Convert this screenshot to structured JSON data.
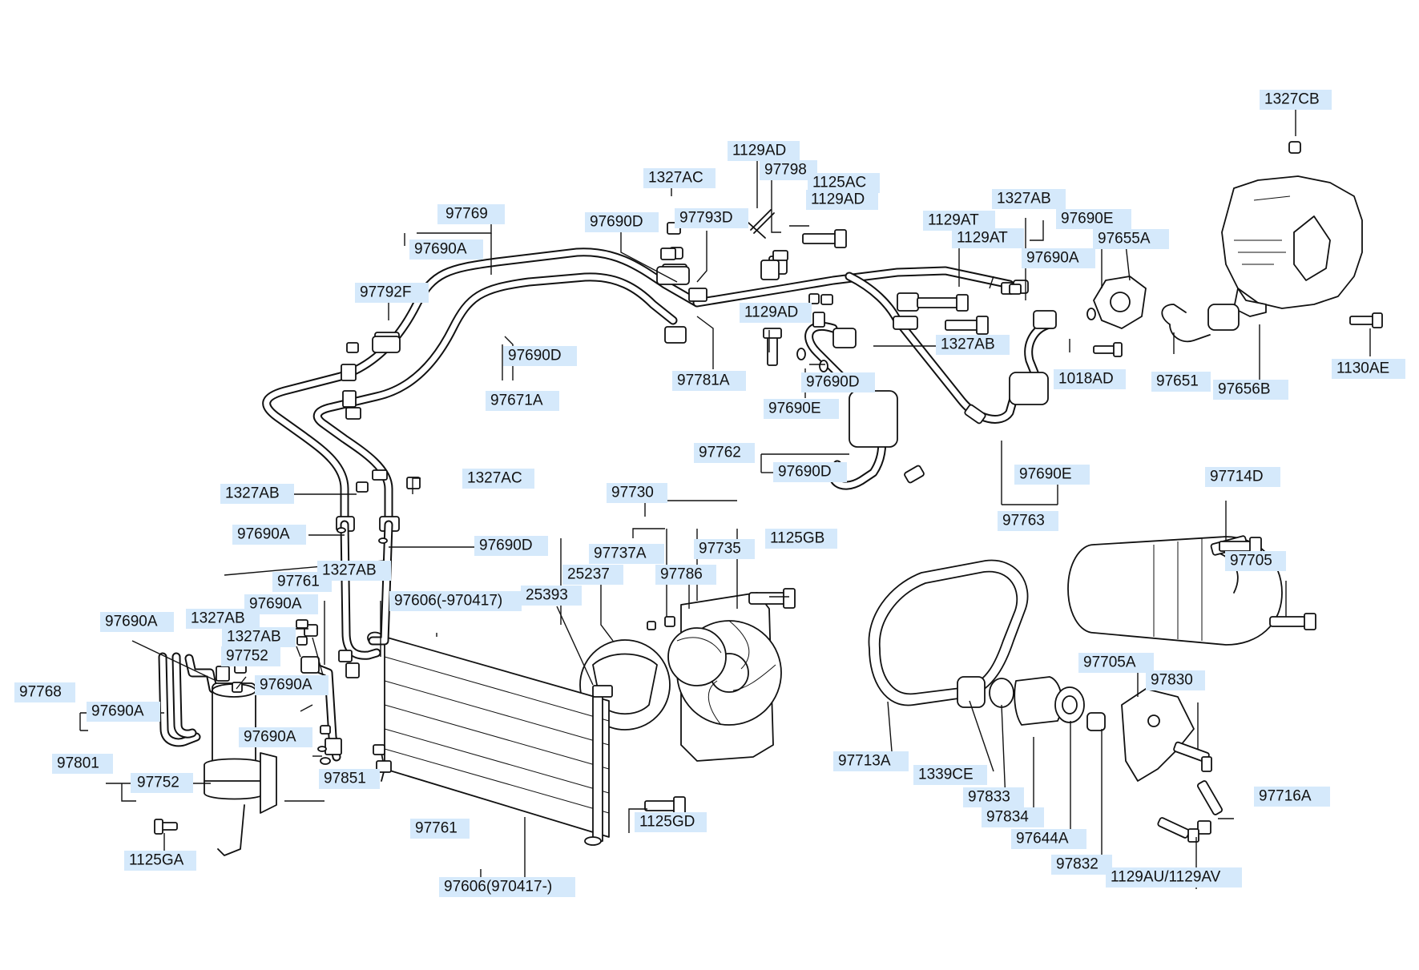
{
  "labels": [
    {
      "id": "1327cb",
      "text": "1327CB"
    },
    {
      "id": "1129ad-top",
      "text": "1129AD"
    },
    {
      "id": "97798",
      "text": "97798"
    },
    {
      "id": "1125ac",
      "text": "1125AC"
    },
    {
      "id": "1129ad-b",
      "text": "1129AD"
    },
    {
      "id": "1327ac-top",
      "text": "1327AC"
    },
    {
      "id": "97769",
      "text": "97769"
    },
    {
      "id": "97690a-top",
      "text": "97690A"
    },
    {
      "id": "97690d-top",
      "text": "97690D"
    },
    {
      "id": "97793d",
      "text": "97793D"
    },
    {
      "id": "1129at-1",
      "text": "1129AT"
    },
    {
      "id": "1327ab-top",
      "text": "1327AB"
    },
    {
      "id": "97690e-top",
      "text": "97690E"
    },
    {
      "id": "1129at-2",
      "text": "1129AT"
    },
    {
      "id": "97655a",
      "text": "97655A"
    },
    {
      "id": "97690a-r",
      "text": "97690A"
    },
    {
      "id": "97792f",
      "text": "97792F"
    },
    {
      "id": "1129ad-mid",
      "text": "1129AD"
    },
    {
      "id": "1327ab-mid",
      "text": "1327AB"
    },
    {
      "id": "97690d-mid",
      "text": "97690D"
    },
    {
      "id": "97671a",
      "text": "97671A"
    },
    {
      "id": "97781a",
      "text": "97781A"
    },
    {
      "id": "97690d-r",
      "text": "97690D"
    },
    {
      "id": "1018ad",
      "text": "1018AD"
    },
    {
      "id": "97651",
      "text": "97651"
    },
    {
      "id": "97656b",
      "text": "97656B"
    },
    {
      "id": "1130ae",
      "text": "1130AE"
    },
    {
      "id": "97690e-mid",
      "text": "97690E"
    },
    {
      "id": "97762",
      "text": "97762"
    },
    {
      "id": "97690d-b",
      "text": "97690D"
    },
    {
      "id": "97690e-b",
      "text": "97690E"
    },
    {
      "id": "97763",
      "text": "97763"
    },
    {
      "id": "1327ab-l",
      "text": "1327AB"
    },
    {
      "id": "1327ac-l",
      "text": "1327AC"
    },
    {
      "id": "97730",
      "text": "97730"
    },
    {
      "id": "97714d",
      "text": "97714D"
    },
    {
      "id": "97690a-l",
      "text": "97690A"
    },
    {
      "id": "97690d-l",
      "text": "97690D"
    },
    {
      "id": "97737a",
      "text": "97737A"
    },
    {
      "id": "97735",
      "text": "97735"
    },
    {
      "id": "1125gb",
      "text": "1125GB"
    },
    {
      "id": "25237",
      "text": "25237"
    },
    {
      "id": "97786",
      "text": "97786"
    },
    {
      "id": "97705",
      "text": "97705"
    },
    {
      "id": "97761-top",
      "text": "97761"
    },
    {
      "id": "1327ab-c",
      "text": "1327AB"
    },
    {
      "id": "25393",
      "text": "25393"
    },
    {
      "id": "97690a-c1",
      "text": "97690A"
    },
    {
      "id": "97606-1",
      "text": "97606(-970417)"
    },
    {
      "id": "97690a-c2",
      "text": "97690A"
    },
    {
      "id": "1327ab-c2",
      "text": "1327AB"
    },
    {
      "id": "1327ab-c3",
      "text": "1327AB"
    },
    {
      "id": "97752-top",
      "text": "97752"
    },
    {
      "id": "97705a",
      "text": "97705A"
    },
    {
      "id": "97768",
      "text": "97768"
    },
    {
      "id": "97690a-c3",
      "text": "97690A"
    },
    {
      "id": "97830",
      "text": "97830"
    },
    {
      "id": "97690a-c4",
      "text": "97690A"
    },
    {
      "id": "97690a-c5",
      "text": "97690A"
    },
    {
      "id": "97801",
      "text": "97801"
    },
    {
      "id": "97713a",
      "text": "97713A"
    },
    {
      "id": "97752-b",
      "text": "97752"
    },
    {
      "id": "97851",
      "text": "97851"
    },
    {
      "id": "1339ce",
      "text": "1339CE"
    },
    {
      "id": "97833",
      "text": "97833"
    },
    {
      "id": "97716a",
      "text": "97716A"
    },
    {
      "id": "1125gd",
      "text": "1125GD"
    },
    {
      "id": "97834",
      "text": "97834"
    },
    {
      "id": "97761-b",
      "text": "97761"
    },
    {
      "id": "97644a",
      "text": "97644A"
    },
    {
      "id": "1125ga",
      "text": "1125GA"
    },
    {
      "id": "97832",
      "text": "97832"
    },
    {
      "id": "1129au",
      "text": "1129AU/1129AV"
    },
    {
      "id": "97606-2",
      "text": "97606(970417-)"
    }
  ]
}
